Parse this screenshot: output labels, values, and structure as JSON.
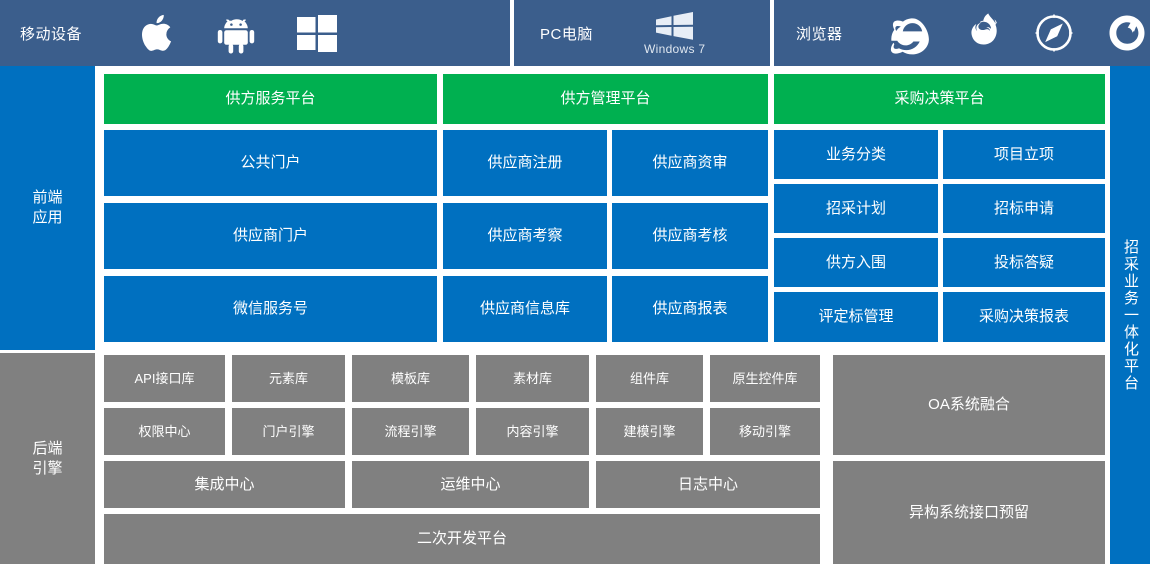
{
  "topbar": {
    "background": "#3b5e8c",
    "groups": [
      {
        "label": "移动设备",
        "icons": [
          "apple-icon",
          "android-icon",
          "windows-icon"
        ]
      },
      {
        "label": "PC电脑",
        "icons": [
          "windows7-icon"
        ],
        "icon_caption": "Windows 7"
      },
      {
        "label": "浏览器",
        "icons": [
          "internet-explorer-icon",
          "firefox-icon",
          "safari-icon",
          "chrome-icon"
        ]
      }
    ]
  },
  "sidebar": {
    "front_label": "前端\n应用",
    "front_label_line1": "前端",
    "front_label_line2": "应用",
    "back_label_line1": "后端",
    "back_label_line2": "引擎",
    "right_label": "招采业务一体化平台"
  },
  "colors": {
    "green": "#00b050",
    "blue": "#0070c0",
    "gray": "#808080",
    "header_blue": "#3b5e8c"
  },
  "platforms": [
    {
      "title": "供方服务平台"
    },
    {
      "title": "供方管理平台"
    },
    {
      "title": "采购决策平台"
    }
  ],
  "frontend": {
    "col1": [
      "公共门户",
      "供应商门户",
      "微信服务号"
    ],
    "col2a": [
      "供应商注册",
      "供应商考察",
      "供应商信息库"
    ],
    "col2b": [
      "供应商资审",
      "供应商考核",
      "供应商报表"
    ],
    "col3a": [
      "业务分类",
      "招采计划",
      "供方入围",
      "评定标管理"
    ],
    "col3b": [
      "项目立项",
      "招标申请",
      "投标答疑",
      "采购决策报表"
    ]
  },
  "backend": {
    "row1": [
      "API接口库",
      "元素库",
      "模板库",
      "素材库",
      "组件库",
      "原生控件库"
    ],
    "row2": [
      "权限中心",
      "门户引擎",
      "流程引擎",
      "内容引擎",
      "建模引擎",
      "移动引擎"
    ],
    "row3": [
      "集成中心",
      "运维中心",
      "日志中心"
    ],
    "row4": [
      "二次开发平台"
    ],
    "right": [
      "OA系统融合",
      "异构系统接口预留"
    ]
  }
}
